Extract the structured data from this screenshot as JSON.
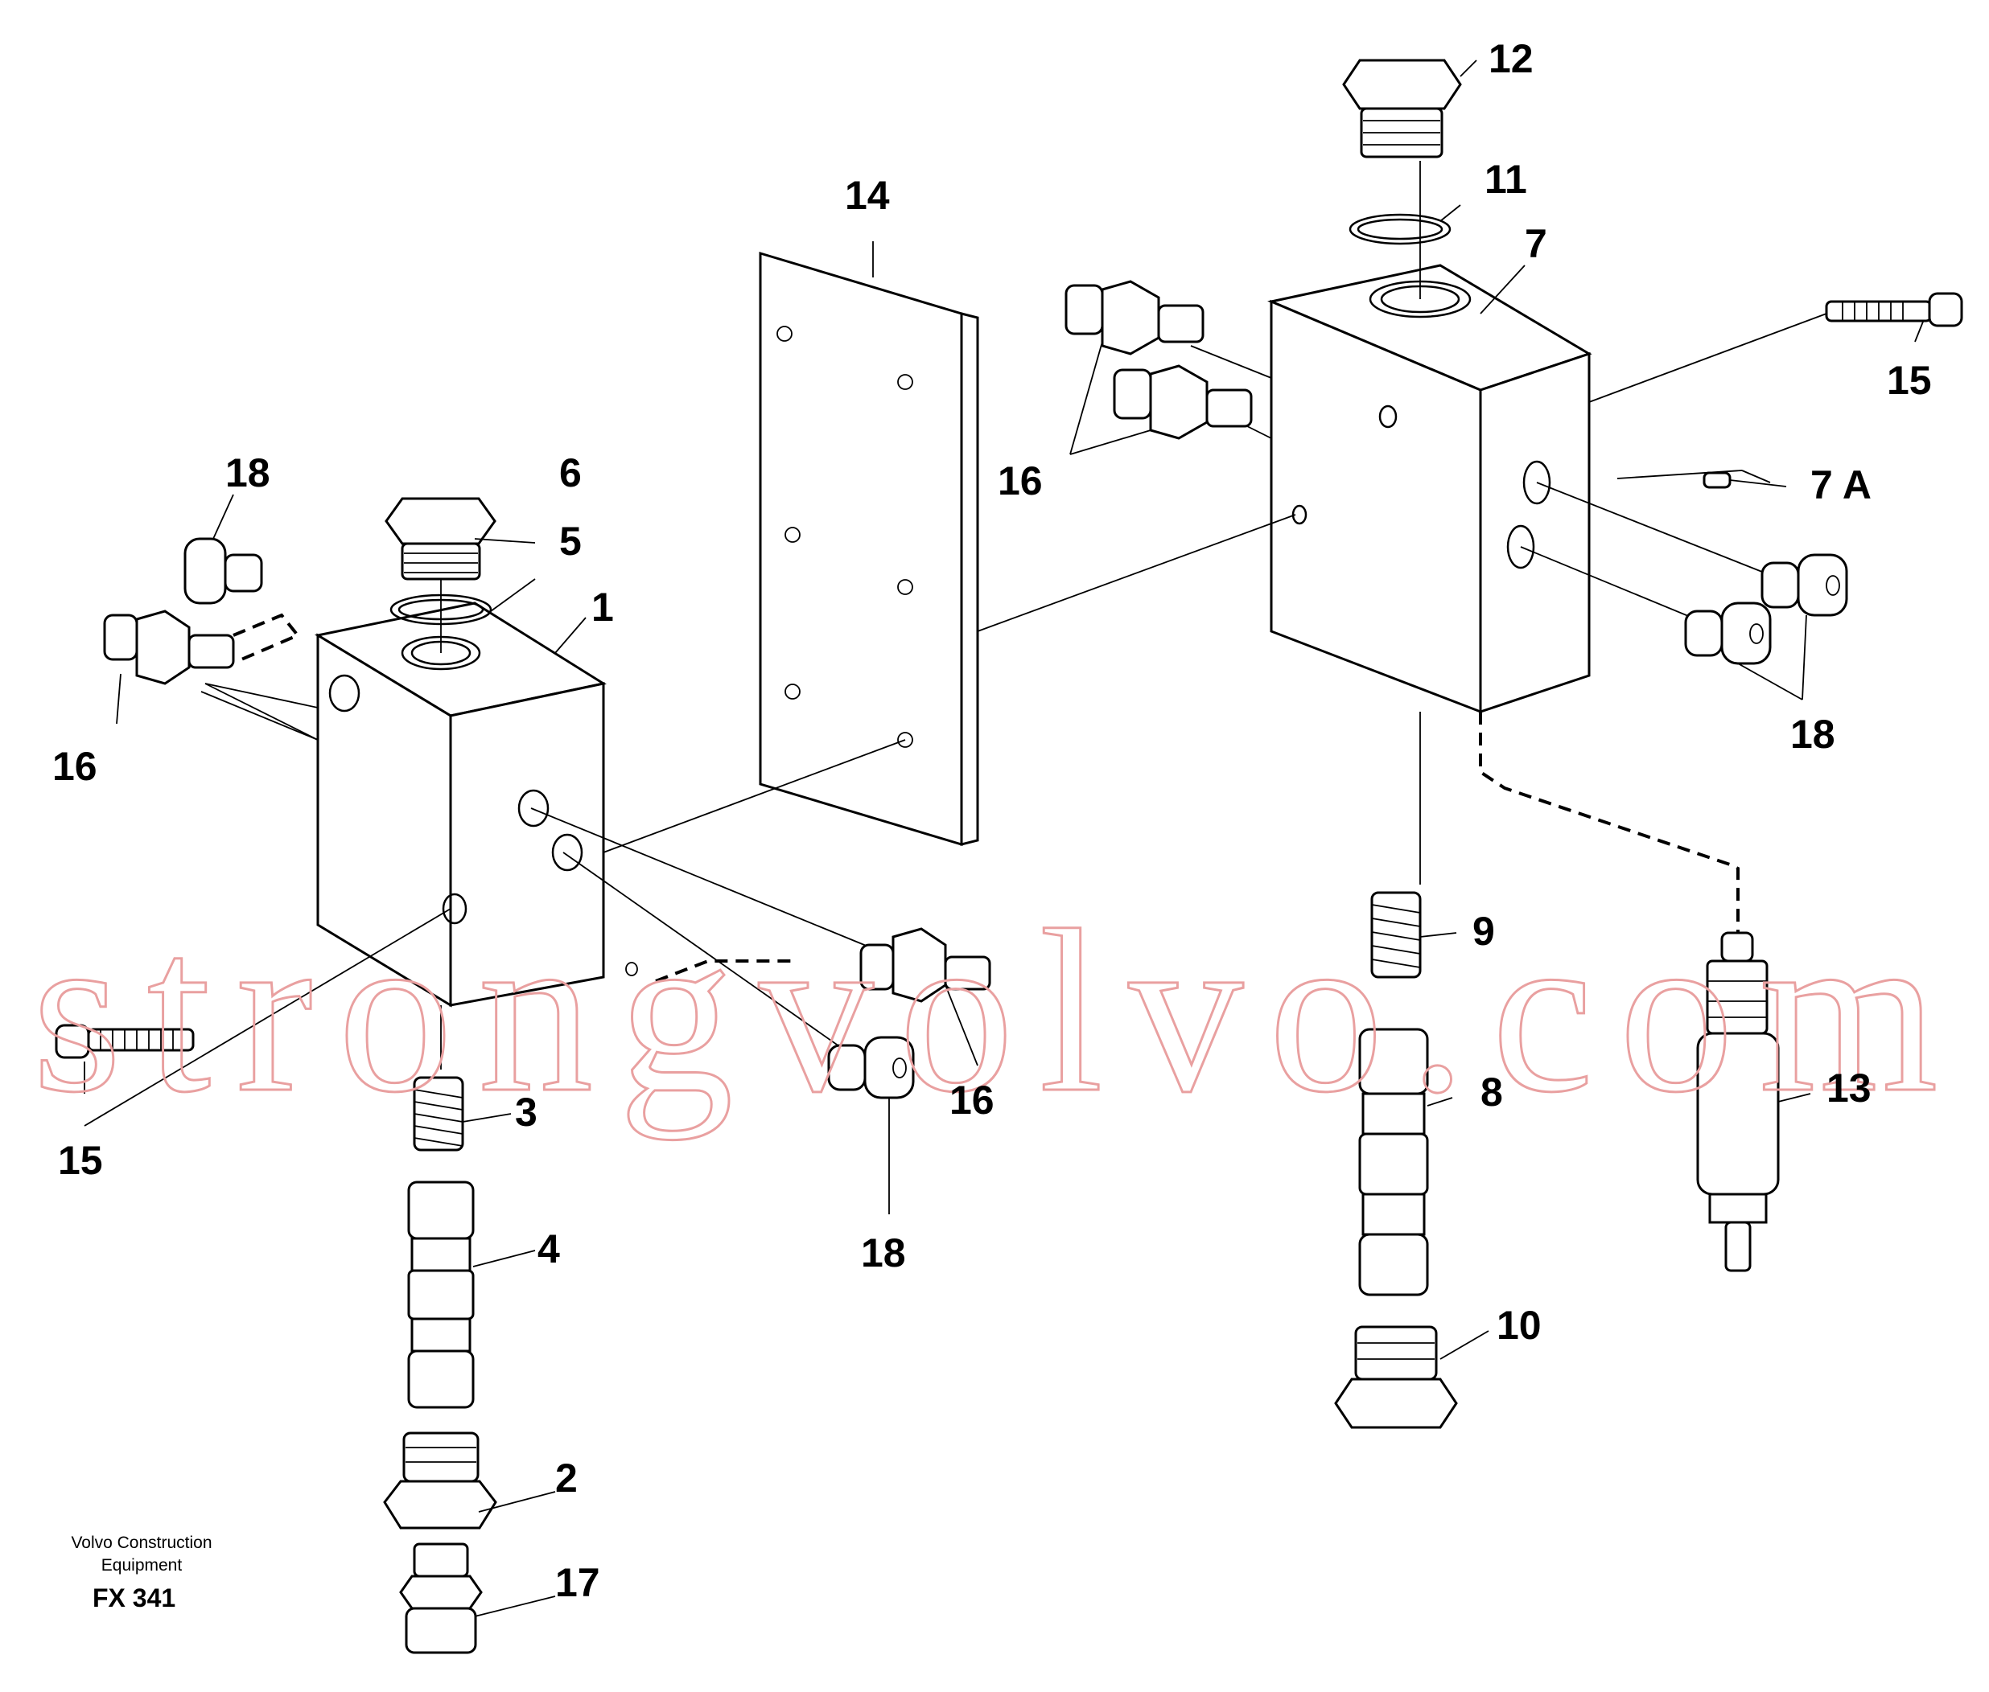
{
  "watermark": {
    "text": "strongvolvo.com"
  },
  "footer": {
    "brand_line1": "Volvo Construction",
    "brand_line2": "Equipment",
    "figure_code": "FX 341"
  },
  "callouts": {
    "c1": "1",
    "c2": "2",
    "c3": "3",
    "c4": "4",
    "c5": "5",
    "c6": "6",
    "c7": "7",
    "c7a": "7 A",
    "c8": "8",
    "c9": "9",
    "c10": "10",
    "c11": "11",
    "c12": "12",
    "c13": "13",
    "c14": "14",
    "c15_left": "15",
    "c15_right": "15",
    "c16_left": "16",
    "c16_middle": "16",
    "c16_right": "16",
    "c17": "17",
    "c18_left_top": "18",
    "c18_left_bottom": "18",
    "c18_right": "18"
  }
}
